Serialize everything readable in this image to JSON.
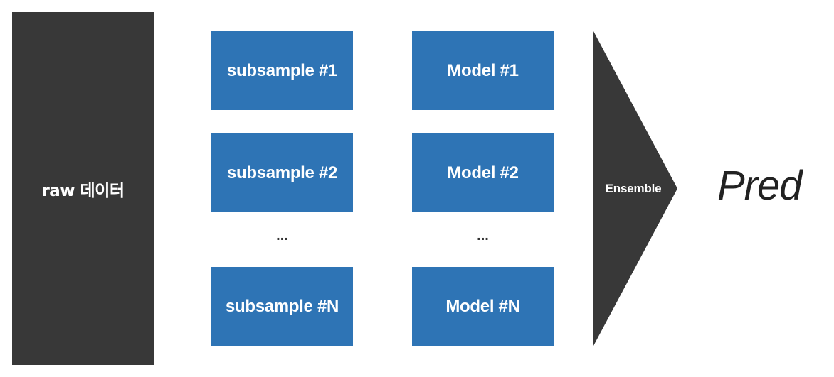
{
  "raw": {
    "label": "raw 데이터"
  },
  "subsamples": [
    {
      "label": "subsample #1"
    },
    {
      "label": "subsample #2"
    },
    {
      "label": "subsample #N"
    }
  ],
  "models": [
    {
      "label": "Model #1"
    },
    {
      "label": "Model #2"
    },
    {
      "label": "Model #N"
    }
  ],
  "ellipsis": {
    "subsamples": "...",
    "models": "..."
  },
  "ensemble": {
    "label": "Ensemble"
  },
  "output": {
    "label": "Pred"
  },
  "colors": {
    "dark": "#383838",
    "blue": "#2e74b5",
    "text_on_fill": "#ffffff"
  }
}
